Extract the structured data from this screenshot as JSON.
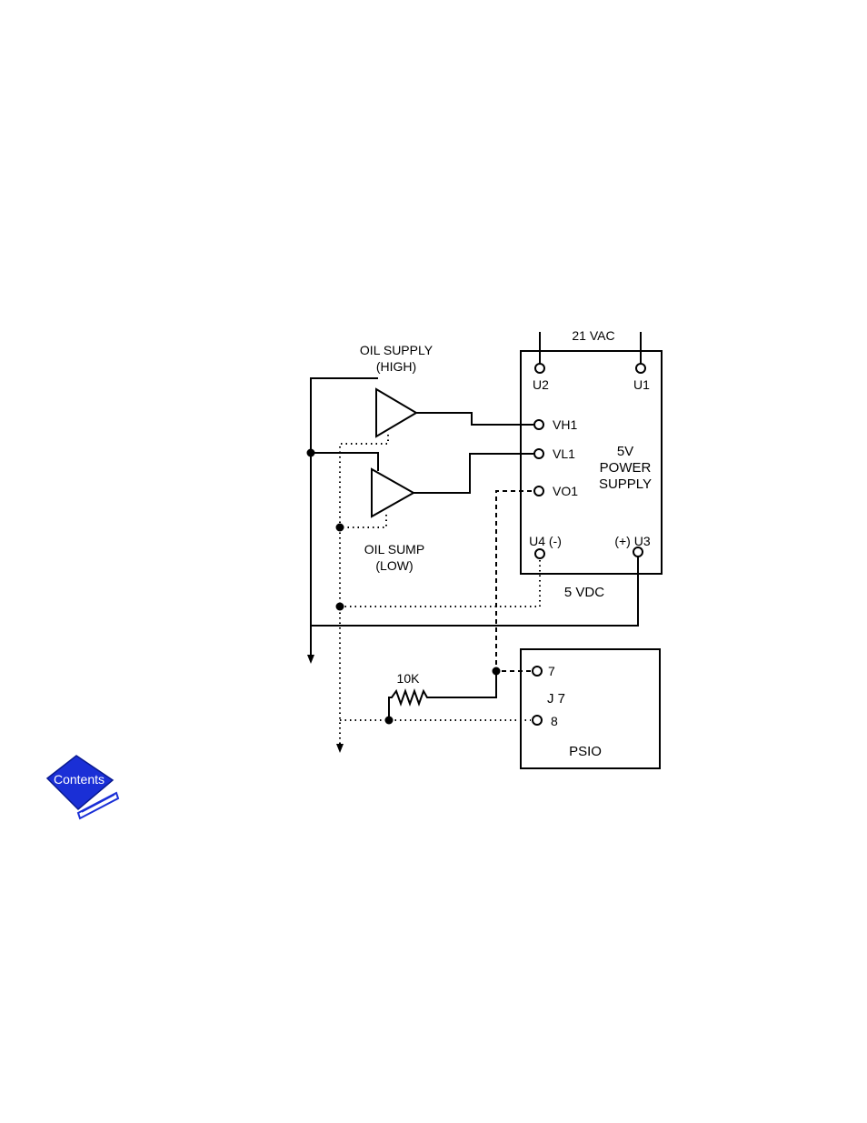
{
  "labels": {
    "oil_supply_line1": "OIL SUPPLY",
    "oil_supply_line2": "(HIGH)",
    "oil_sump_line1": "OIL SUMP",
    "oil_sump_line2": "(LOW)",
    "vac": "21 VAC",
    "u2": "U2",
    "u1": "U1",
    "vh1": "VH1",
    "vl1": "VL1",
    "vo1": "VO1",
    "ps_line1": "5V",
    "ps_line2": "POWER",
    "ps_line3": "SUPPLY",
    "u4": "U4 (-)",
    "u3": "(+) U3",
    "vdc": "5 VDC",
    "resistor": "10K",
    "pin7": "7",
    "pin8": "8",
    "j7": "J 7",
    "psio": "PSIO"
  },
  "contents_button": {
    "label": "Contents",
    "color": "#1a2fd6"
  }
}
